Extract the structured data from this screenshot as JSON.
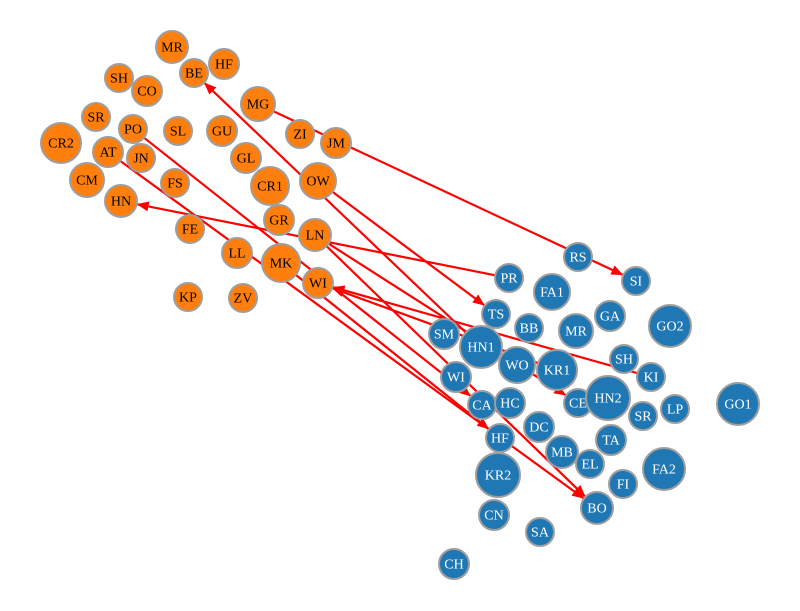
{
  "colors": {
    "group_orange": "#ff7f0e",
    "group_blue": "#1f77b4",
    "edge": "#ff0000",
    "node_stroke": "#9e9e9e"
  },
  "nodes": [
    {
      "id": "o_MR",
      "label": "MR",
      "group": "orange"
    },
    {
      "id": "o_HF",
      "label": "HF",
      "group": "orange"
    },
    {
      "id": "o_BE",
      "label": "BE",
      "group": "orange"
    },
    {
      "id": "o_SH",
      "label": "SH",
      "group": "orange"
    },
    {
      "id": "o_CO",
      "label": "CO",
      "group": "orange"
    },
    {
      "id": "o_MG",
      "label": "MG",
      "group": "orange"
    },
    {
      "id": "o_SR",
      "label": "SR",
      "group": "orange"
    },
    {
      "id": "o_PO",
      "label": "PO",
      "group": "orange"
    },
    {
      "id": "o_SL",
      "label": "SL",
      "group": "orange"
    },
    {
      "id": "o_GU",
      "label": "GU",
      "group": "orange"
    },
    {
      "id": "o_ZI",
      "label": "ZI",
      "group": "orange"
    },
    {
      "id": "o_JM",
      "label": "JM",
      "group": "orange"
    },
    {
      "id": "o_CR2",
      "label": "CR2",
      "group": "orange"
    },
    {
      "id": "o_AT",
      "label": "AT",
      "group": "orange"
    },
    {
      "id": "o_JN",
      "label": "JN",
      "group": "orange"
    },
    {
      "id": "o_GL",
      "label": "GL",
      "group": "orange"
    },
    {
      "id": "o_CM",
      "label": "CM",
      "group": "orange"
    },
    {
      "id": "o_FS",
      "label": "FS",
      "group": "orange"
    },
    {
      "id": "o_CR1",
      "label": "CR1",
      "group": "orange"
    },
    {
      "id": "o_OW",
      "label": "OW",
      "group": "orange"
    },
    {
      "id": "o_HN",
      "label": "HN",
      "group": "orange"
    },
    {
      "id": "o_GR",
      "label": "GR",
      "group": "orange"
    },
    {
      "id": "o_FE",
      "label": "FE",
      "group": "orange"
    },
    {
      "id": "o_LN",
      "label": "LN",
      "group": "orange"
    },
    {
      "id": "o_LL",
      "label": "LL",
      "group": "orange"
    },
    {
      "id": "o_MK",
      "label": "MK",
      "group": "orange"
    },
    {
      "id": "o_WI",
      "label": "WI",
      "group": "orange"
    },
    {
      "id": "o_KP",
      "label": "KP",
      "group": "orange"
    },
    {
      "id": "o_ZV",
      "label": "ZV",
      "group": "orange"
    },
    {
      "id": "b_RS",
      "label": "RS",
      "group": "blue"
    },
    {
      "id": "b_SI",
      "label": "SI",
      "group": "blue"
    },
    {
      "id": "b_PR",
      "label": "PR",
      "group": "blue"
    },
    {
      "id": "b_FA1",
      "label": "FA1",
      "group": "blue"
    },
    {
      "id": "b_TS",
      "label": "TS",
      "group": "blue"
    },
    {
      "id": "b_GA",
      "label": "GA",
      "group": "blue"
    },
    {
      "id": "b_GO2",
      "label": "GO2",
      "group": "blue"
    },
    {
      "id": "b_BB",
      "label": "BB",
      "group": "blue"
    },
    {
      "id": "b_MR",
      "label": "MR",
      "group": "blue"
    },
    {
      "id": "b_SM",
      "label": "SM",
      "group": "blue"
    },
    {
      "id": "b_HN1",
      "label": "HN1",
      "group": "blue"
    },
    {
      "id": "b_SH",
      "label": "SH",
      "group": "blue"
    },
    {
      "id": "b_WO",
      "label": "WO",
      "group": "blue"
    },
    {
      "id": "b_KR1",
      "label": "KR1",
      "group": "blue"
    },
    {
      "id": "b_KI",
      "label": "KI",
      "group": "blue"
    },
    {
      "id": "b_WI",
      "label": "WI",
      "group": "blue"
    },
    {
      "id": "b_CE",
      "label": "CE",
      "group": "blue"
    },
    {
      "id": "b_HN2",
      "label": "HN2",
      "group": "blue"
    },
    {
      "id": "b_GO1",
      "label": "GO1",
      "group": "blue"
    },
    {
      "id": "b_CA",
      "label": "CA",
      "group": "blue"
    },
    {
      "id": "b_HC",
      "label": "HC",
      "group": "blue"
    },
    {
      "id": "b_SR",
      "label": "SR",
      "group": "blue"
    },
    {
      "id": "b_LP",
      "label": "LP",
      "group": "blue"
    },
    {
      "id": "b_DC",
      "label": "DC",
      "group": "blue"
    },
    {
      "id": "b_TA",
      "label": "TA",
      "group": "blue"
    },
    {
      "id": "b_HF",
      "label": "HF",
      "group": "blue"
    },
    {
      "id": "b_MB",
      "label": "MB",
      "group": "blue"
    },
    {
      "id": "b_EL",
      "label": "EL",
      "group": "blue"
    },
    {
      "id": "b_FA2",
      "label": "FA2",
      "group": "blue"
    },
    {
      "id": "b_KR2",
      "label": "KR2",
      "group": "blue"
    },
    {
      "id": "b_FI",
      "label": "FI",
      "group": "blue"
    },
    {
      "id": "b_BO",
      "label": "BO",
      "group": "blue"
    },
    {
      "id": "b_CN",
      "label": "CN",
      "group": "blue"
    },
    {
      "id": "b_SA",
      "label": "SA",
      "group": "blue"
    },
    {
      "id": "b_CH",
      "label": "CH",
      "group": "blue"
    }
  ],
  "edges": [
    {
      "source": "o_MG",
      "target": "b_SI"
    },
    {
      "source": "b_PR",
      "target": "o_HN"
    },
    {
      "source": "b_HN1",
      "target": "o_BE"
    },
    {
      "source": "b_KR1",
      "target": "o_WI"
    },
    {
      "source": "b_KI",
      "target": "o_WI"
    },
    {
      "source": "o_OW",
      "target": "b_TS"
    },
    {
      "source": "o_AT",
      "target": "b_BO"
    },
    {
      "source": "o_MK",
      "target": "b_HF"
    },
    {
      "source": "o_PO",
      "target": "b_CA"
    },
    {
      "source": "o_LN",
      "target": "b_BO"
    },
    {
      "source": "o_LN",
      "target": "b_CE"
    }
  ]
}
